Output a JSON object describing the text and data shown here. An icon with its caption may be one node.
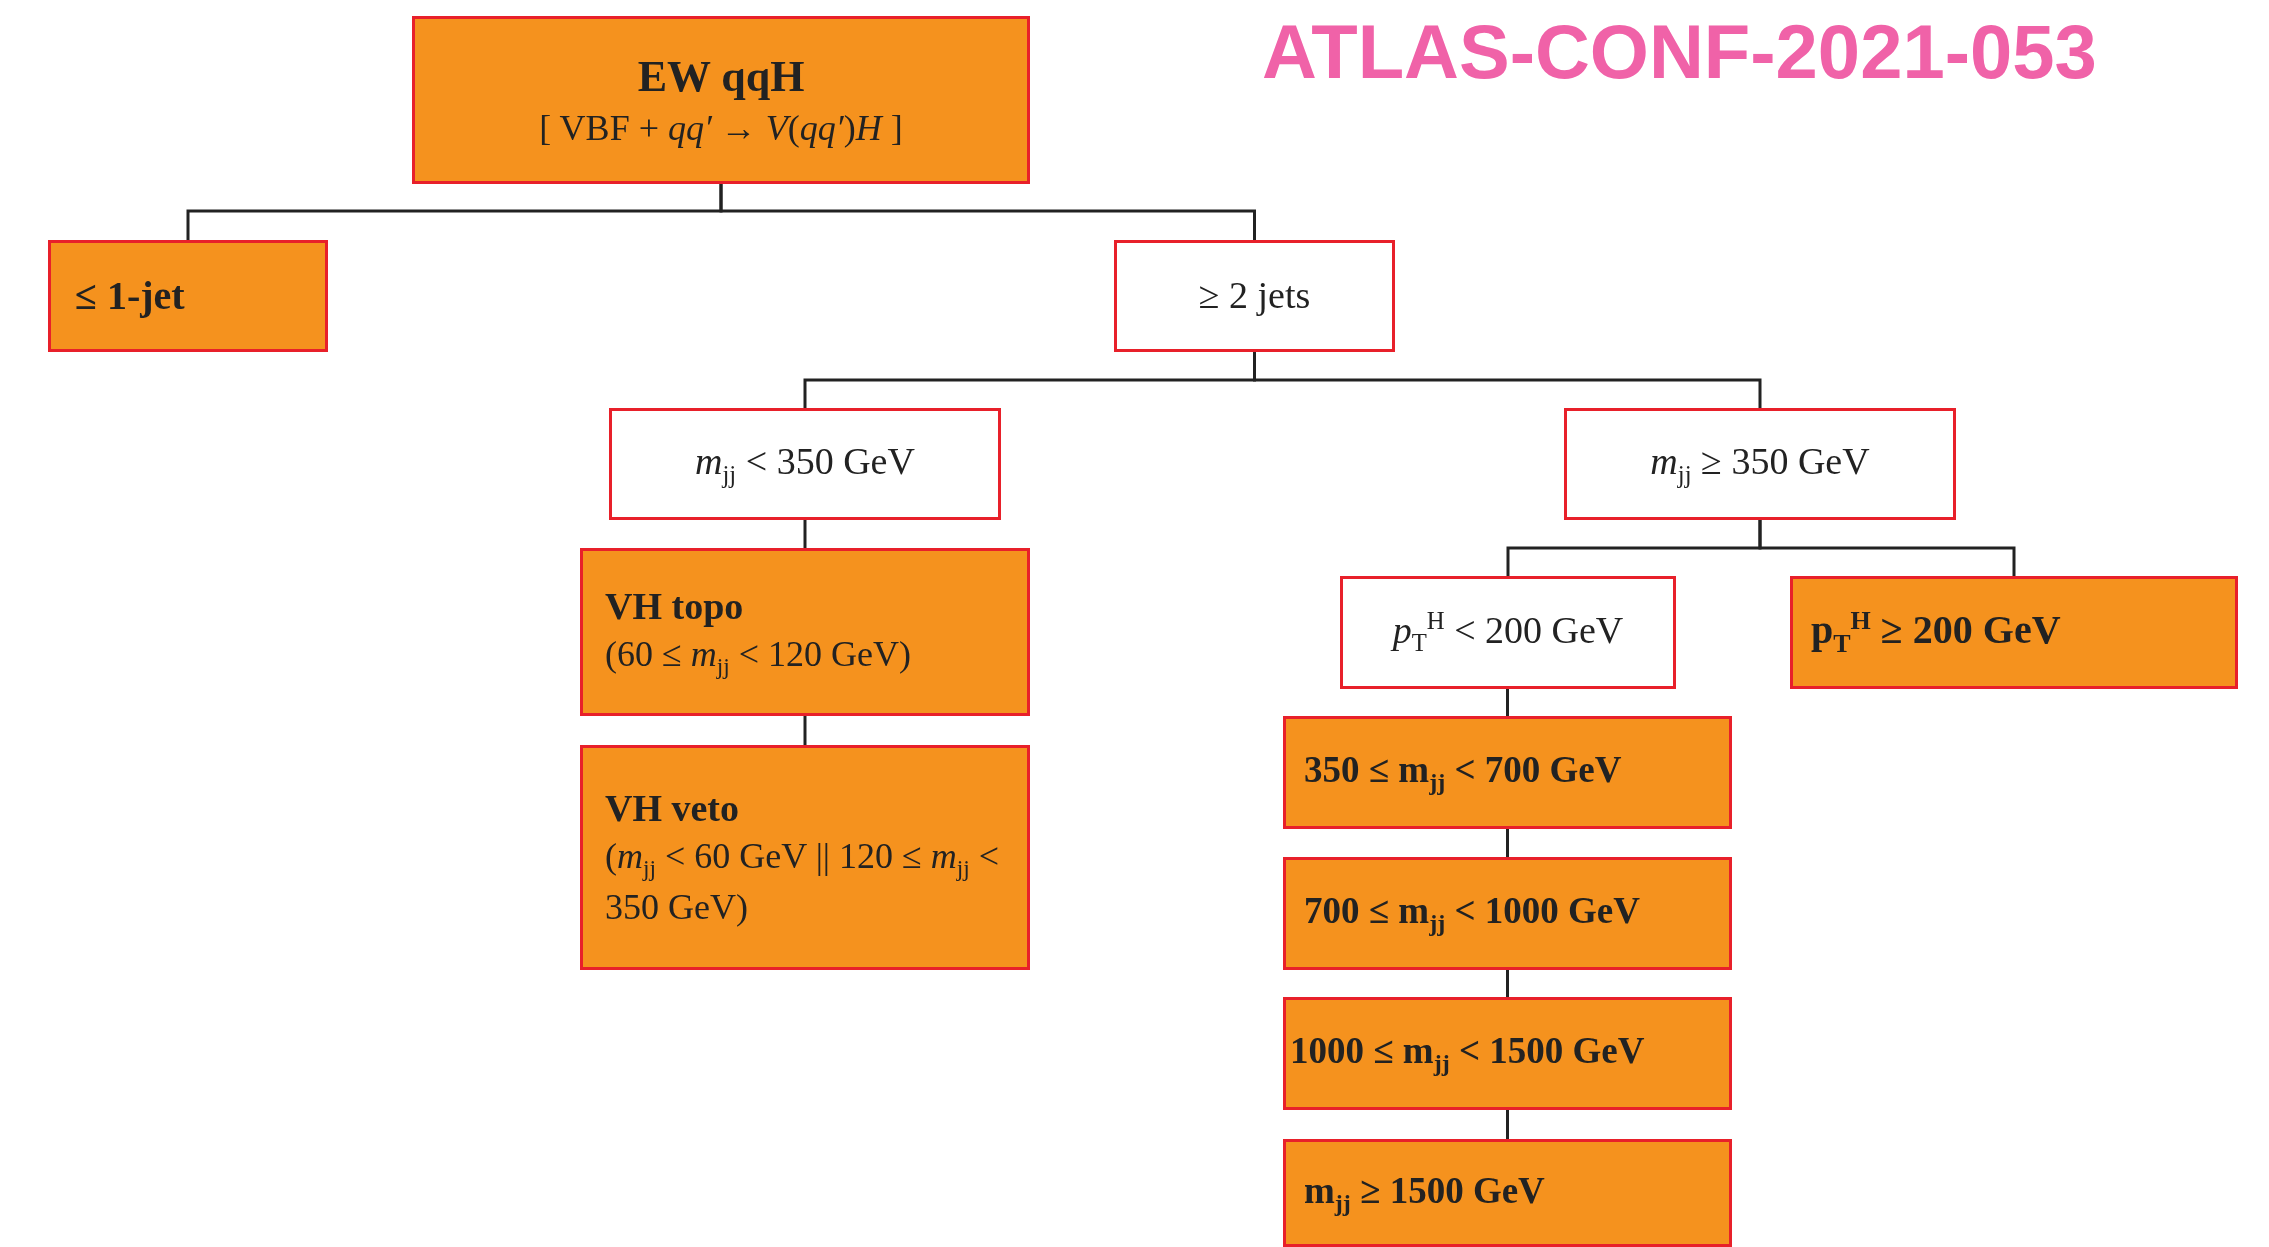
{
  "diagram": {
    "nodes": [
      {
        "text": [
          "EW qqH",
          "[ VBF + *qq′* → *V*(*qq′*)*H* ]"
        ]
      },
      {
        "text": [
          "≤ 1-jet"
        ]
      },
      {
        "text": [
          "≥ 2 jets"
        ]
      },
      {
        "text": [
          "*m*$_{jj}$ < 350 GeV"
        ]
      },
      {
        "text": [
          "*m*$_{jj}$ ≥ 350 GeV"
        ]
      },
      {
        "text": [
          "VH topo",
          "(60 ≤ *m*$_{jj}$ < 120 GeV)"
        ]
      },
      {
        "text": [
          "VH veto",
          "(*m*$_{jj}$ < 60 GeV || 120 ≤ *m*$_{jj}$ < 350 GeV)"
        ]
      },
      {
        "text": [
          "*p*$_{T}$$^{H}$ < 200 GeV"
        ]
      },
      {
        "text": [
          "p$_{T}$$^{H}$ ≥ 200 GeV"
        ]
      },
      {
        "text": [
          "350 ≤ m$_{jj}$ < 700 GeV"
        ]
      },
      {
        "text": [
          "700 ≤ m$_{jj}$ < 1000 GeV"
        ]
      },
      {
        "text": [
          "1000 ≤ m$_{jj}$ < 1500 GeV"
        ]
      },
      {
        "text": [
          "m$_{jj}$ ≥ 1500 GeV"
        ]
      }
    ],
    "edges": [
      {
        "from": 0,
        "to": 1,
        "arrow": "none"
      },
      {
        "from": 0,
        "to": 2,
        "arrow": "none"
      },
      {
        "from": 2,
        "to": 3,
        "arrow": "none"
      },
      {
        "from": 2,
        "to": 4,
        "arrow": "none"
      },
      {
        "from": 3,
        "to": 5,
        "arrow": "none"
      },
      {
        "from": 5,
        "to": 6,
        "arrow": "none"
      },
      {
        "from": 4,
        "to": 7,
        "arrow": "none"
      },
      {
        "from": 4,
        "to": 8,
        "arrow": "none"
      },
      {
        "from": 7,
        "to": 9,
        "arrow": "none"
      },
      {
        "from": 9,
        "to": 10,
        "arrow": "none"
      },
      {
        "from": 10,
        "to": 11,
        "arrow": "none"
      },
      {
        "from": 11,
        "to": 12,
        "arrow": "none"
      }
    ],
    "labels": [
      "ATLAS-CONF-2021-053"
    ]
  }
}
